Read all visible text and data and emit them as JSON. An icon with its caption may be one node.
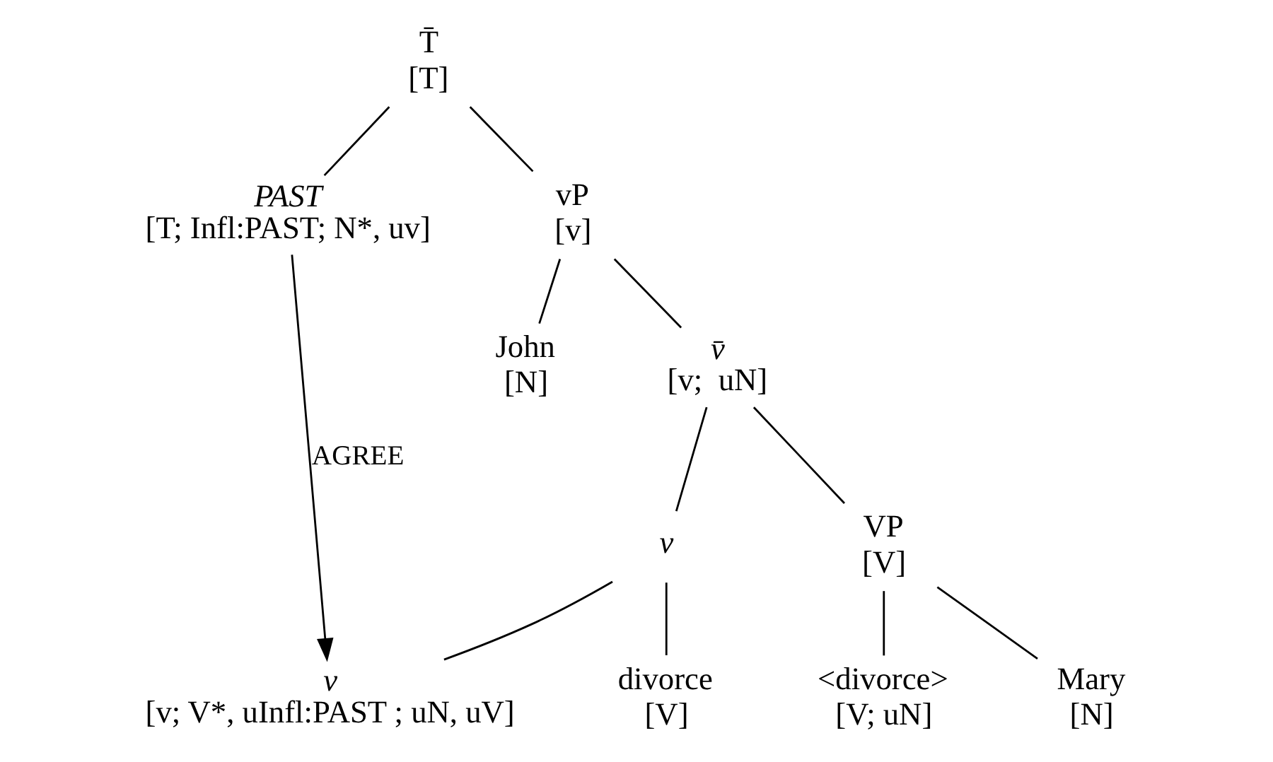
{
  "diagram": {
    "nodes": [
      {
        "text": [
          "T̄",
          "[T]"
        ]
      },
      {
        "text": [
          "PAST",
          "[T; Infl:PAST; N*, uv]"
        ]
      },
      {
        "text": [
          "vP",
          "[v]"
        ]
      },
      {
        "text": [
          "John",
          "[N]"
        ]
      },
      {
        "text": [
          "v̄",
          "[v;  uN]"
        ]
      },
      {
        "text": [
          "v"
        ]
      },
      {
        "text": [
          "VP",
          "[V]"
        ]
      },
      {
        "text": [
          "v",
          "[v; V*, uInfl:PAST ; uN, uV]"
        ]
      },
      {
        "text": [
          "divorce",
          "[V]"
        ]
      },
      {
        "text": [
          "<divorce>",
          "[V; uN]"
        ]
      },
      {
        "text": [
          "Mary",
          "[N]"
        ]
      }
    ],
    "edges": [
      {
        "from": 0,
        "to": 1,
        "arrow": "none"
      },
      {
        "from": 0,
        "to": 2,
        "arrow": "none"
      },
      {
        "from": 2,
        "to": 3,
        "arrow": "none"
      },
      {
        "from": 2,
        "to": 4,
        "arrow": "none"
      },
      {
        "from": 4,
        "to": 5,
        "arrow": "none"
      },
      {
        "from": 4,
        "to": 6,
        "arrow": "none"
      },
      {
        "from": 5,
        "to": 7,
        "arrow": "none"
      },
      {
        "from": 5,
        "to": 8,
        "arrow": "none"
      },
      {
        "from": 6,
        "to": 9,
        "arrow": "none"
      },
      {
        "from": 6,
        "to": 10,
        "arrow": "none"
      },
      {
        "from": 1,
        "to": 7,
        "arrow": "to",
        "label": "AGREE"
      }
    ]
  }
}
